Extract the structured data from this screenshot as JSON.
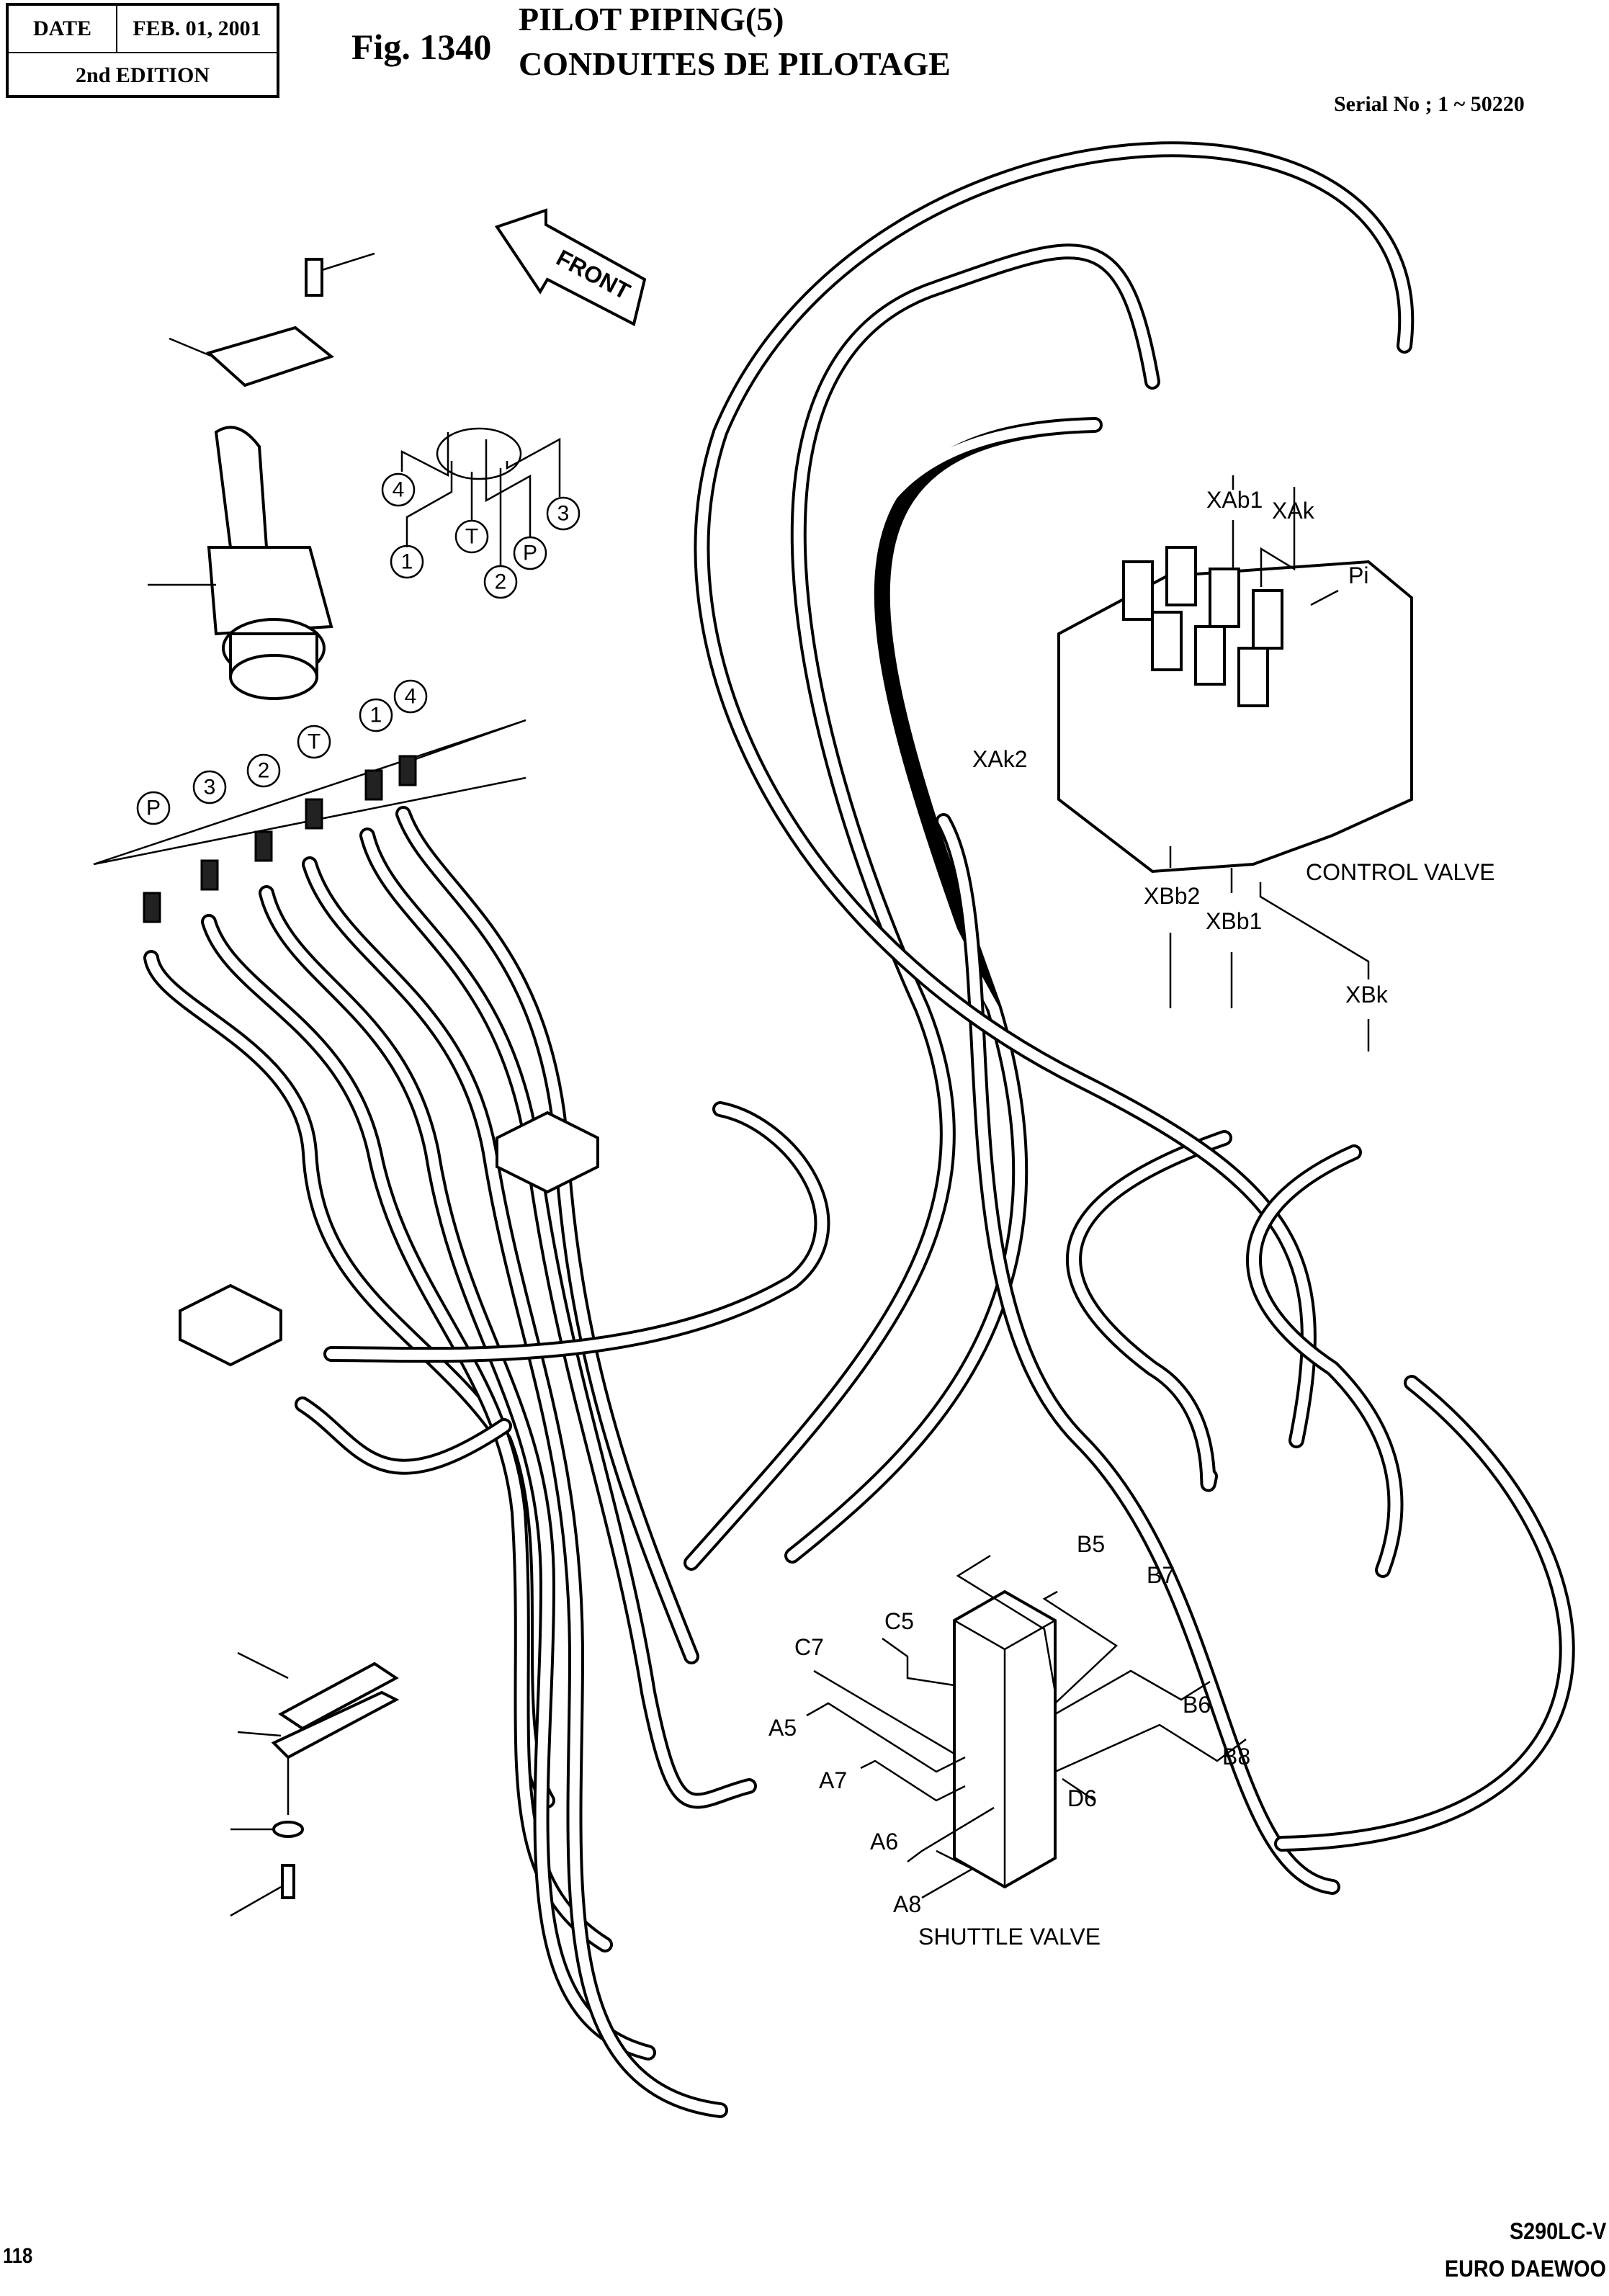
{
  "header": {
    "date_label": "DATE",
    "date_value": "FEB. 01, 2001",
    "edition": "2nd EDITION",
    "figure_number": "Fig. 1340",
    "title_en": "PILOT PIPING(5)",
    "title_fr": "CONDUITES DE PILOTAGE",
    "serial": "Serial No ; 1 ~ 50220"
  },
  "footer": {
    "page_number": "118",
    "model": "S290LC-V",
    "brand": "EURO DAEWOO"
  },
  "diagram": {
    "direction_arrow": "FRONT",
    "joystick_port_callouts": [
      "4",
      "1",
      "T",
      "2",
      "P",
      "3"
    ],
    "fitting_callouts": [
      "P",
      "3",
      "2",
      "T",
      "1",
      "4"
    ],
    "control_valve": {
      "name": "CONTROL VALVE",
      "ports": [
        "XAb1",
        "XAk",
        "Pi",
        "XAk2",
        "XBb2",
        "XBb1",
        "XBk"
      ]
    },
    "shuttle_valve": {
      "name": "SHUTTLE VALVE",
      "ports": [
        "B5",
        "B7",
        "C5",
        "C7",
        "B6",
        "A5",
        "B8",
        "A7",
        "D6",
        "A6",
        "A8"
      ]
    }
  }
}
